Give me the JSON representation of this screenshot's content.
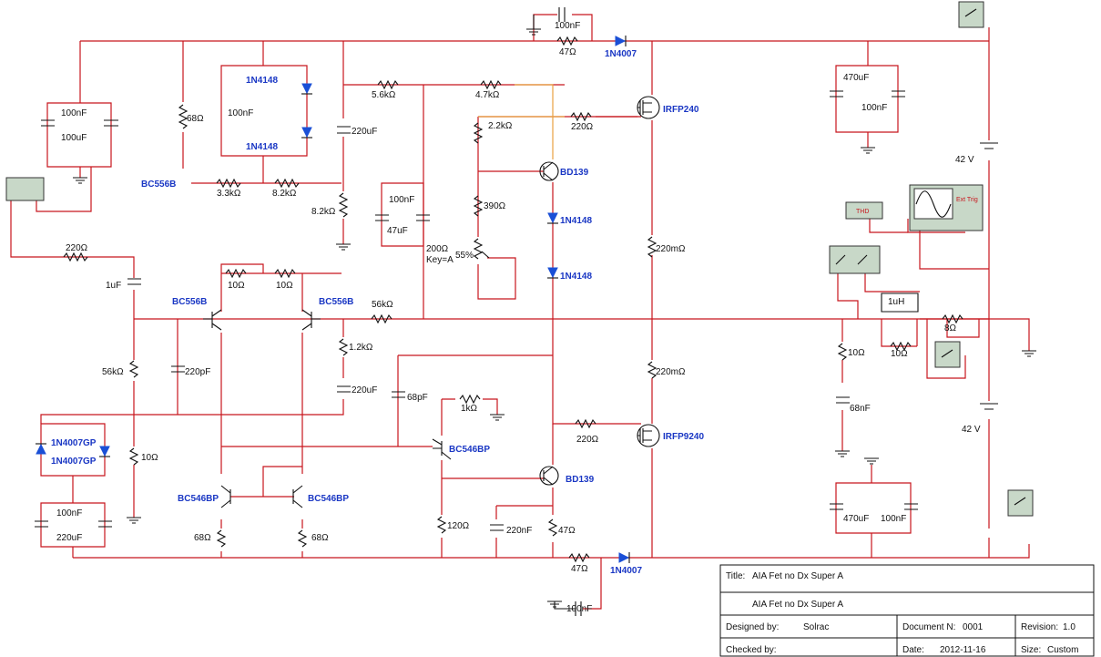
{
  "title_block": {
    "title_label": "Title:",
    "title": "AIA Fet no Dx Super A",
    "subtitle": "AIA Fet no Dx Super A",
    "designed_by_label": "Designed by:",
    "designed_by": "Solrac",
    "document_label": "Document N:",
    "document_no": "0001",
    "revision_label": "Revision:",
    "revision": "1.0",
    "checked_by_label": "Checked by:",
    "date_label": "Date:",
    "date": "2012-11-16",
    "size_label": "Size:",
    "size": "Custom"
  },
  "components": {
    "c_top_100nF": "100nF",
    "r_top_47": "47Ω",
    "d_top": "1N4007",
    "c_in_100nF": "100nF",
    "c_in_100uF": "100uF",
    "r_68_top": "68Ω",
    "d1": "1N4148",
    "d2": "1N4148",
    "c_d_100nF": "100nF",
    "q_bc556_top": "BC556B",
    "r_3k3": "3.3kΩ",
    "r_8k2_h": "8.2kΩ",
    "c_220uF_top": "220uF",
    "r_8k2_v": "8.2kΩ",
    "r_5k6": "5.6kΩ",
    "r_4k7": "4.7kΩ",
    "r_2k2": "2.2kΩ",
    "r_220_top": "220Ω",
    "q_irfp240": "IRFP240",
    "c_100nF_mid": "100nF",
    "c_47uF": "47uF",
    "pot_200": "200Ω",
    "pot_key": "Key=A",
    "pot_pct": "55%",
    "r_390": "390Ω",
    "q_bd139_top": "BD139",
    "d3": "1N4148",
    "d4": "1N4148",
    "r_220m_top": "220mΩ",
    "c_470uF_top": "470uF",
    "c_100nF_rt": "100nF",
    "v_top": "42 V",
    "r_220_in": "220Ω",
    "c_1uF": "1uF",
    "r_10_a": "10Ω",
    "r_10_b": "10Ω",
    "q_bc556_l": "BC556B",
    "q_bc556_r": "BC556B",
    "r_56k_h": "56kΩ",
    "r_1k2": "1.2kΩ",
    "c_220uF_mid": "220uF",
    "c_68pF": "68pF",
    "r_1k": "1kΩ",
    "r_56k_v": "56kΩ",
    "c_220pF": "220pF",
    "d_gp1": "1N4007GP",
    "d_gp2": "1N4007GP",
    "r_10_lo": "10Ω",
    "c_100nF_lo": "100nF",
    "c_220uF_lo": "220uF",
    "q_bc546_1": "BC546BP",
    "q_bc546_2": "BC546BP",
    "q_bc546_3": "BC546BP",
    "r_68_a": "68Ω",
    "r_68_b": "68Ω",
    "r_120": "120Ω",
    "c_220nF": "220nF",
    "r_47_lo": "47Ω",
    "q_bd139_bot": "BD139",
    "r_220_bot": "220Ω",
    "q_irfp9240": "IRFP9240",
    "r_220m_bot": "220mΩ",
    "r_47_bot": "47Ω",
    "d_bot": "1N4007",
    "c_bot_100nF": "100nF",
    "c_470uF_bot": "470uF",
    "c_100nF_bot": "100nF",
    "v_bot": "42 V",
    "l_1uH": "1uH",
    "r_10_out": "10Ω",
    "r_8_load": "8Ω",
    "r_10_zobel": "10Ω",
    "c_68nF": "68nF"
  },
  "instruments": {
    "thd_label": "THD",
    "ext_trig": "Ext Trig"
  }
}
